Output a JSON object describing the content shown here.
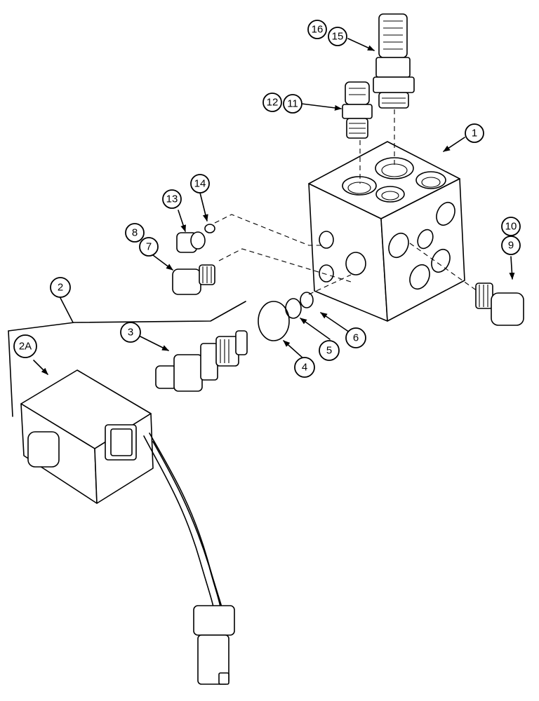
{
  "callouts": {
    "c1": "1",
    "c2": "2",
    "c2a": "2A",
    "c3": "3",
    "c4": "4",
    "c5": "5",
    "c6": "6",
    "c7": "7",
    "c8": "8",
    "c9": "9",
    "c10": "10",
    "c11": "11",
    "c12": "12",
    "c13": "13",
    "c14": "14",
    "c15": "15",
    "c16": "16"
  }
}
